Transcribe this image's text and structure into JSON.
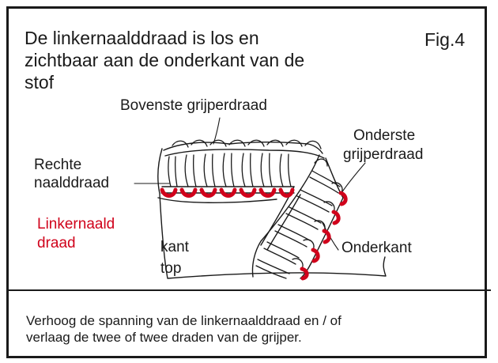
{
  "title": {
    "line1": "De linkernaalddraad is los en",
    "line2": "zichtbaar aan de onderkant van de",
    "line3": "stof"
  },
  "figure_label": "Fig.4",
  "labels": {
    "top_looper": "Bovenste grijperdraad",
    "lower_looper_line1": "Onderste",
    "lower_looper_line2": "grijperdraad",
    "right_needle_line1": "Rechte",
    "right_needle_line2": "naalddraad",
    "left_needle_line1": "Linkernaald",
    "left_needle_line2": "draad",
    "edge_line1": "kant",
    "edge_line2": "top",
    "underside": "Onderkant"
  },
  "note": {
    "line1": "Verhoog de spanning van de linkernaalddraad en / of",
    "line2": "verlaag de twee of twee draden van de grijper."
  },
  "colors": {
    "ink": "#1a1a1a",
    "left_needle_thread": "#d0021b"
  }
}
